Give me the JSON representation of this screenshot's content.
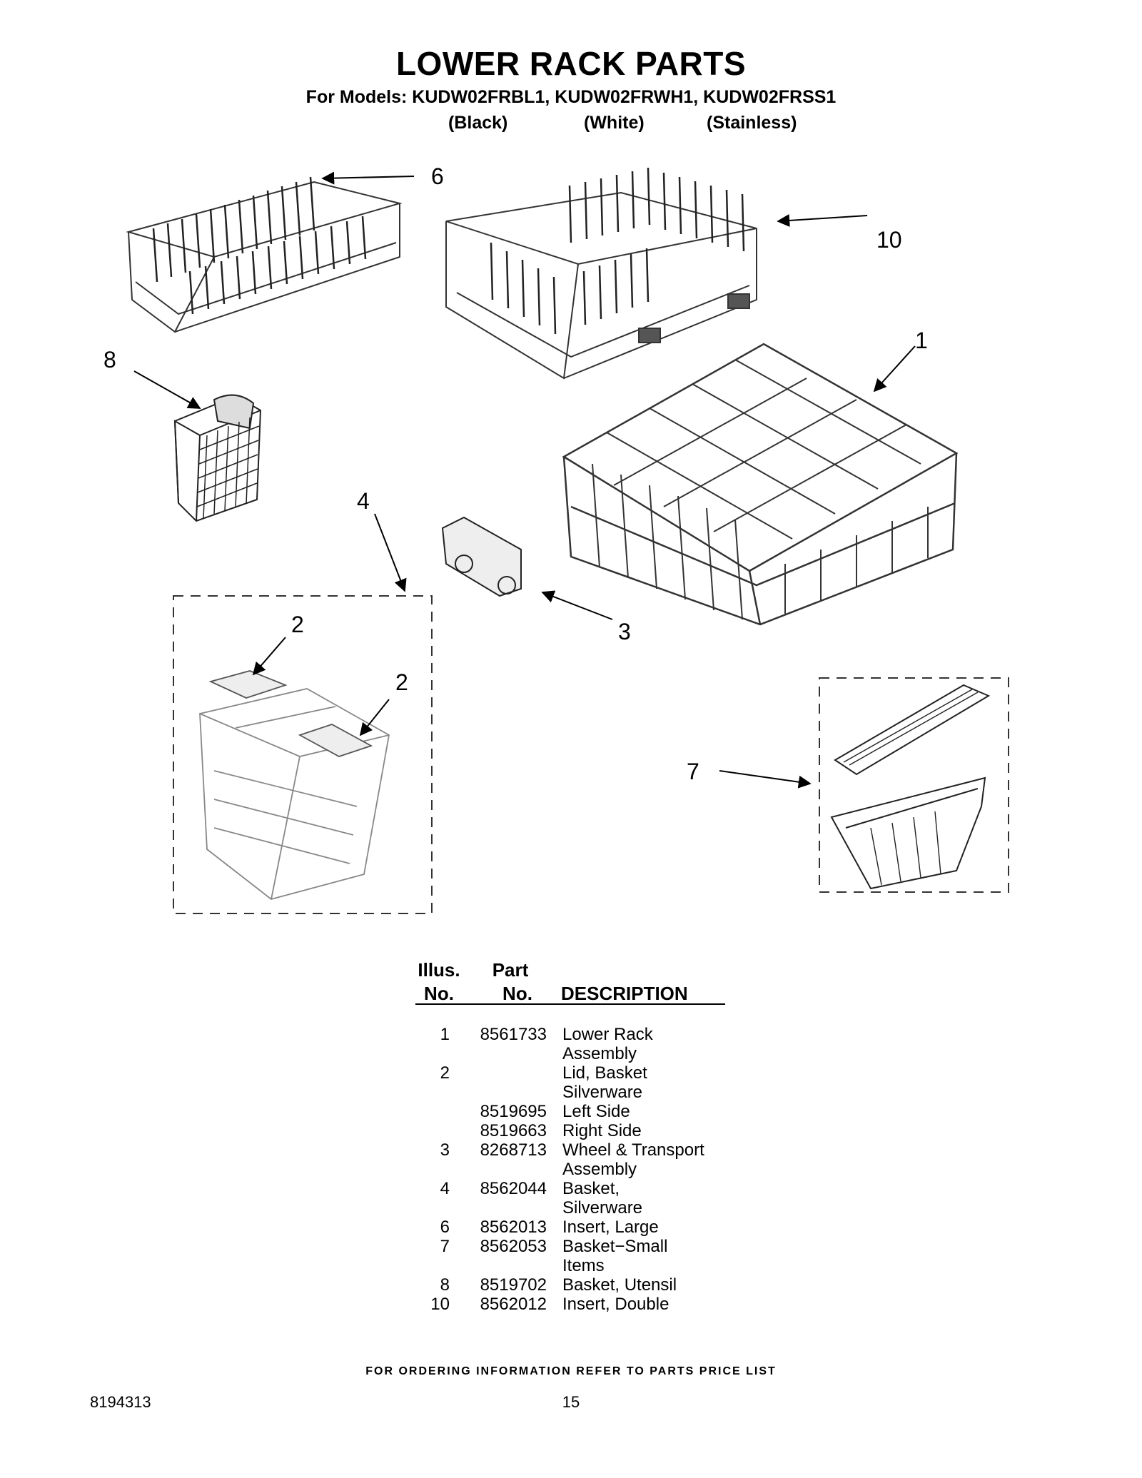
{
  "header": {
    "title": "LOWER RACK PARTS",
    "models_line": "For Models: KUDW02FRBL1, KUDW02FRWH1, KUDW02FRSS1",
    "variants": [
      "(Black)",
      "(White)",
      "(Stainless)"
    ]
  },
  "callouts": {
    "c6": "6",
    "c10": "10",
    "c8": "8",
    "c1": "1",
    "c4": "4",
    "c3": "3",
    "c2a": "2",
    "c2b": "2",
    "c7": "7"
  },
  "table": {
    "header": {
      "illus_top": "Illus.",
      "illus_bottom": "No.",
      "part_top": "Part",
      "part_bottom": "No.",
      "description": "DESCRIPTION"
    },
    "rows": [
      {
        "illus": "1",
        "part": "8561733",
        "desc": "Lower Rack"
      },
      {
        "illus": "",
        "part": "",
        "desc": "Assembly"
      },
      {
        "illus": "2",
        "part": "",
        "desc": "Lid, Basket"
      },
      {
        "illus": "",
        "part": "",
        "desc": "Silverware"
      },
      {
        "illus": "",
        "part": "8519695",
        "desc": "Left Side"
      },
      {
        "illus": "",
        "part": "8519663",
        "desc": "Right Side"
      },
      {
        "illus": "3",
        "part": "8268713",
        "desc": "Wheel & Transport"
      },
      {
        "illus": "",
        "part": "",
        "desc": "Assembly"
      },
      {
        "illus": "4",
        "part": "8562044",
        "desc": "Basket,"
      },
      {
        "illus": "",
        "part": "",
        "desc": "Silverware"
      },
      {
        "illus": "6",
        "part": "8562013",
        "desc": "Insert, Large"
      },
      {
        "illus": "7",
        "part": "8562053",
        "desc": "Basket−Small"
      },
      {
        "illus": "",
        "part": "",
        "desc": "Items"
      },
      {
        "illus": "8",
        "part": "8519702",
        "desc": "Basket, Utensil"
      },
      {
        "illus": "10",
        "part": "8562012",
        "desc": "Insert, Double"
      }
    ]
  },
  "footer": {
    "ordering_note": "FOR ORDERING INFORMATION REFER TO PARTS PRICE LIST",
    "doc_number": "8194313",
    "page_number": "15"
  }
}
